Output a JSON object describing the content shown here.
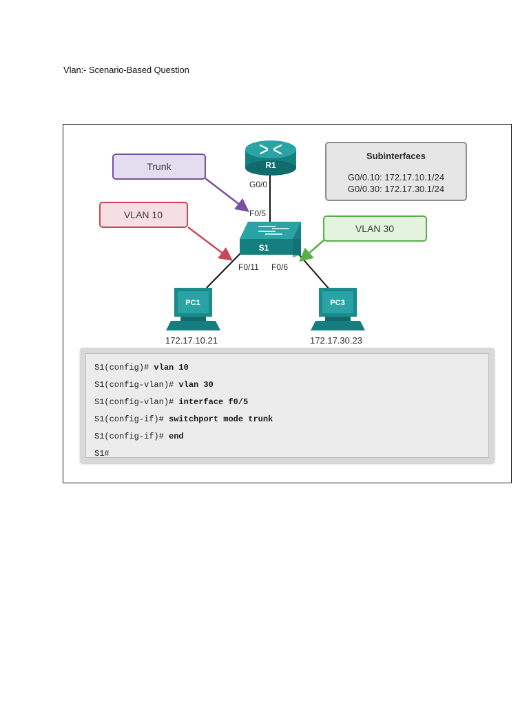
{
  "page": {
    "heading": "Vlan:- Scenario-Based Question"
  },
  "diagram": {
    "router": {
      "label": "R1",
      "port": "G0/0"
    },
    "switch": {
      "label": "S1",
      "port_trunk": "F0/5",
      "port_pc1": "F0/11",
      "port_pc3": "F0/6"
    },
    "pc1": {
      "label": "PC1",
      "ip": "172.17.10.21"
    },
    "pc3": {
      "label": "PC3",
      "ip": "172.17.30.23"
    },
    "callouts": {
      "trunk": "Trunk",
      "vlan10": "VLAN 10",
      "vlan30": "VLAN 30"
    },
    "subinterfaces": {
      "title": "Subinterfaces",
      "line1": "G0/0.10: 172.17.10.1/24",
      "line2": "G0/0.30: 172.17.30.1/24"
    },
    "colors": {
      "device": "#1a8a8a",
      "trunk_border": "#7a4fa0",
      "trunk_fill": "#e4dcef",
      "vlan10_border": "#c9475a",
      "vlan10_fill": "#f6dfe3",
      "vlan30_border": "#5aae4a",
      "vlan30_fill": "#e4f3de"
    }
  },
  "cli": {
    "lines": [
      {
        "prompt": "S1(config)# ",
        "cmd": "vlan 10"
      },
      {
        "prompt": "S1(config-vlan)# ",
        "cmd": "vlan 30"
      },
      {
        "prompt": "S1(config-vlan)# ",
        "cmd": "interface f0/5"
      },
      {
        "prompt": "S1(config-if)# ",
        "cmd": "switchport mode trunk"
      },
      {
        "prompt": "S1(config-if)# ",
        "cmd": "end"
      },
      {
        "prompt": "S1#",
        "cmd": ""
      }
    ]
  }
}
